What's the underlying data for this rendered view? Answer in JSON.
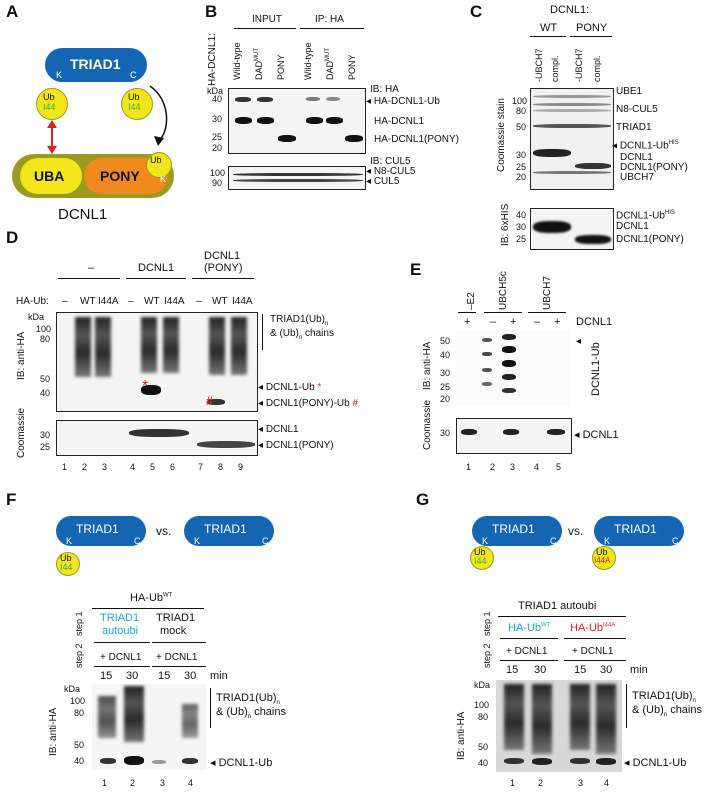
{
  "panels": {
    "A": {
      "letter": "A",
      "triad": "TRIAD1",
      "k": "K",
      "c": "C",
      "ub": "Ub",
      "i44": "I44",
      "uba": "UBA",
      "pony": "PONY",
      "dcnl1": "DCNL1"
    },
    "B": {
      "letter": "B",
      "row_label": "HA-DCNL1:",
      "input": "INPUT",
      "ip": "IP: HA",
      "lanes": [
        "Wild-type",
        "DAD",
        "PONY",
        "Wild-type",
        "DAD",
        "PONY"
      ],
      "mut_sup": "MUT",
      "kda": "kDa",
      "mw_top": [
        "40",
        "30",
        "25",
        "20"
      ],
      "ib_ha": "IB: HA",
      "ha_bands": [
        "HA-DCNL1-Ub",
        "HA-DCNL1",
        "HA-DCNL1(PONY)"
      ],
      "ib_cul5": "IB: CUL5",
      "mw_bottom": [
        "100",
        "90"
      ],
      "cul5_bands": [
        "N8-CUL5",
        "CUL5"
      ]
    },
    "C": {
      "letter": "C",
      "header": "DCNL1:",
      "wt": "WT",
      "pony": "PONY",
      "lanes": [
        "-UBCH7",
        "compl.",
        "-UBCH7",
        "compl."
      ],
      "mw": [
        "100",
        "80",
        "50",
        "30",
        "25",
        "20"
      ],
      "stain": "Coomassie stain",
      "bands": [
        "UBE1",
        "N8-CUL5",
        "TRIAD1",
        "DCNL1-Ub",
        "DCNL1",
        "DCNL1(PONY)",
        "UBCH7"
      ],
      "his_sup": "HIS",
      "mw2": [
        "40",
        "30",
        "25"
      ],
      "ib": "IB: 6xHIS",
      "bands2": [
        "DCNL1-Ub",
        "DCNL1",
        "DCNL1(PONY)"
      ]
    },
    "D": {
      "letter": "D",
      "groups": [
        "–",
        "DCNL1",
        "DCNL1",
        "(PONY)"
      ],
      "ha_ub": "HA-Ub:",
      "lane_tags": [
        "–",
        "WT",
        "I44A",
        "–",
        "WT",
        "I44A",
        "–",
        "WT",
        "I44A"
      ],
      "kda": "kDa",
      "mw": [
        "100",
        "80",
        "50",
        "40"
      ],
      "ib": "IB: anti-HA",
      "chains1": "TRIAD1(Ub)",
      "chains_n": "n",
      "chains2": "& (Ub)",
      "chains3": "chains",
      "ub_band": "DCNL1-Ub",
      "pony_band": "DCNL1(PONY)-Ub",
      "star": "*",
      "hash": "#",
      "coom": "Coomassie",
      "mw2": [
        "30",
        "25"
      ],
      "coom_bands": [
        "DCNL1",
        "DCNL1(PONY)"
      ],
      "lane_numbers": [
        "1",
        "2",
        "3",
        "4",
        "5",
        "6",
        "7",
        "8",
        "9"
      ]
    },
    "E": {
      "letter": "E",
      "groups": [
        "–E2",
        "UBCH5c",
        "UBCH7"
      ],
      "plus_minus": [
        "+",
        "–",
        "+",
        "–",
        "+"
      ],
      "dcnl1": "DCNL1",
      "mw": [
        "50",
        "40",
        "30",
        "25",
        "20"
      ],
      "ib": "IB: anti-HA",
      "ub_label": "DCNL1-Ub",
      "coom": "Coomassie",
      "mw2": [
        "30"
      ],
      "coom_band": "DCNL1",
      "lane_numbers": [
        "1",
        "2",
        "3",
        "4",
        "5"
      ]
    },
    "F": {
      "letter": "F",
      "triad": "TRIAD1",
      "k": "K",
      "c": "C",
      "ub": "Ub",
      "i44": "I44",
      "vs": "vs.",
      "ha_ub": "HA-Ub",
      "wt_sup": "WT",
      "step1": "step 1",
      "step2": "step 2",
      "col1a": "TRIAD1",
      "col1b": "autoubi",
      "col2a": "TRIAD1",
      "col2b": "mock",
      "plus": [
        "+ DCNL1",
        "+ DCNL1"
      ],
      "times": [
        "15",
        "30",
        "15",
        "30"
      ],
      "min": "min",
      "kda": "kDa",
      "mw": [
        "100",
        "80",
        "50",
        "40"
      ],
      "ib": "IB: anti-HA",
      "chains1": "TRIAD1(Ub)",
      "chains_n": "n",
      "chains2": "& (Ub)",
      "chains3": "chains",
      "ub_band": "DCNL1-Ub",
      "lane_numbers": [
        "1",
        "2",
        "3",
        "4"
      ]
    },
    "G": {
      "letter": "G",
      "triad": "TRIAD1",
      "k": "K",
      "c": "C",
      "ub": "Ub",
      "i44": "I44",
      "i44a": "I44A",
      "vs": "vs.",
      "header": "TRIAD1 autoubi",
      "step1": "step 1",
      "step2": "step 2",
      "col1": "HA-Ub",
      "col1_sup": "WT",
      "col2": "HA-Ub",
      "col2_sup": "I44A",
      "plus": [
        "+ DCNL1",
        "+ DCNL1"
      ],
      "times": [
        "15",
        "30",
        "15",
        "30"
      ],
      "min": "min",
      "kda": "kDa",
      "mw": [
        "100",
        "80",
        "50",
        "40"
      ],
      "ib": "IB: anti-HA",
      "chains1": "TRIAD1(Ub)",
      "chains_n": "n",
      "chains2": "& (Ub)",
      "chains3": "chains",
      "ub_band": "DCNL1-Ub",
      "lane_numbers": [
        "1",
        "2",
        "3",
        "4"
      ]
    }
  },
  "colors": {
    "blue": "#1565b5",
    "yellow": "#f2e51a",
    "olive": "#9a9a20",
    "orange": "#f08a1c",
    "red": "#e02020",
    "cyan": "#1aa6d6",
    "green": "#3cb04a"
  }
}
